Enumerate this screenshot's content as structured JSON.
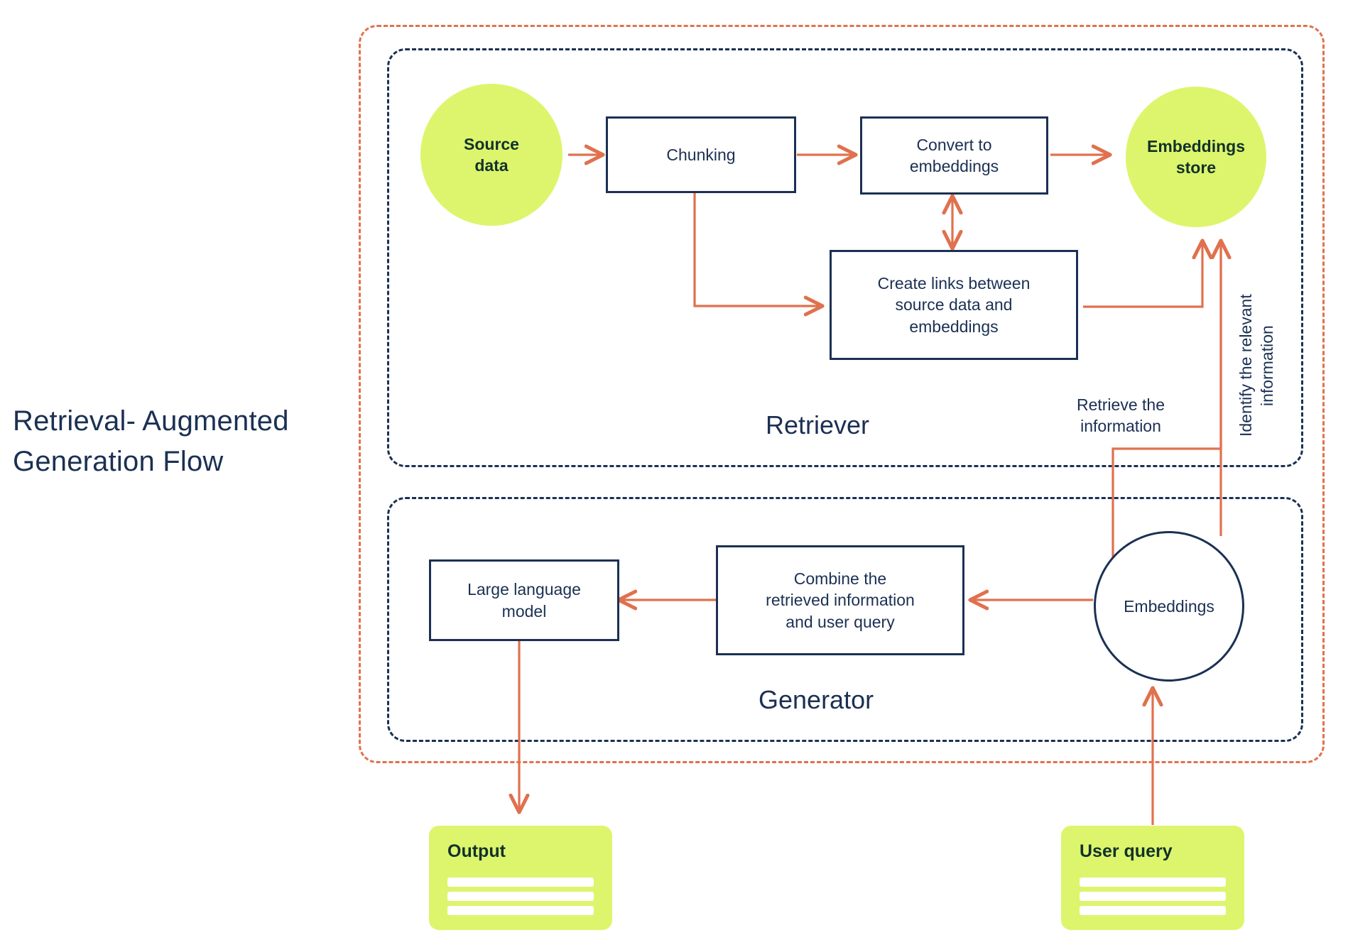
{
  "title": "Retrieval-\nAugmented\nGeneration Flow",
  "colors": {
    "navy": "#1b3053",
    "orange": "#e0714e",
    "lime": "#ddf56c",
    "white": "#ffffff",
    "dark_green_text": "#12312b"
  },
  "zones": [
    {
      "id": "outer",
      "label": ""
    },
    {
      "id": "retriever",
      "label": "Retriever"
    },
    {
      "id": "generator",
      "label": "Generator"
    }
  ],
  "nodes": {
    "source_data": "Source\ndata",
    "chunking": "Chunking",
    "convert_to_embeddings": "Convert to\nembeddings",
    "embeddings_store": "Embeddings\nstore",
    "create_links": "Create links between\nsource data and\nembeddings",
    "large_language_model": "Large language\nmodel",
    "combine": "Combine the\nretrieved information\nand user query",
    "embeddings": "Embeddings"
  },
  "edge_labels": {
    "retrieve_information": "Retrieve the\ninformation",
    "identify_relevant": "Identify the relevant\ninformation"
  },
  "cards": {
    "output": {
      "title": "Output",
      "lines": 3
    },
    "user_query": {
      "title": "User query",
      "lines": 3
    }
  }
}
